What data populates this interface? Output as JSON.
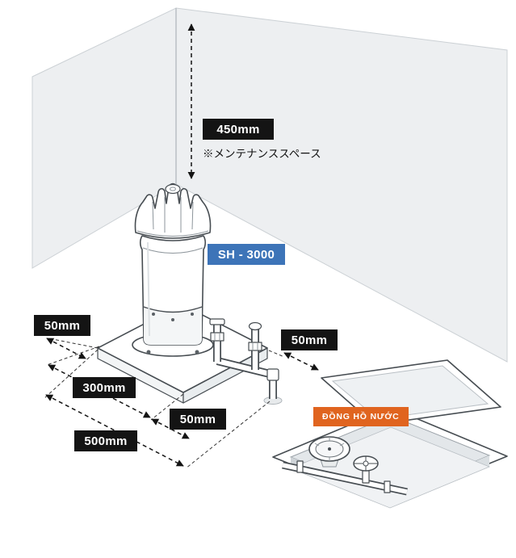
{
  "diagram": {
    "labels": {
      "model": "SH - 3000",
      "water_meter": "ĐỒNG HỒ NƯỚC",
      "maintenance_note": "※メンテナンススペース"
    },
    "dimensions": {
      "maintenance_space": "450mm",
      "wall_clearance_left": "50mm",
      "pipe_clearance_right": "50mm",
      "pad_front_margin": "50mm",
      "pad_width": "300mm",
      "total_clearance": "500mm"
    },
    "colors": {
      "label_bg": "#141414",
      "label_text": "#ffffff",
      "model_bg": "#3d74b8",
      "meter_bg": "#e0641f",
      "wall_fill": "#edeff1",
      "line_color": "#474d52"
    }
  }
}
